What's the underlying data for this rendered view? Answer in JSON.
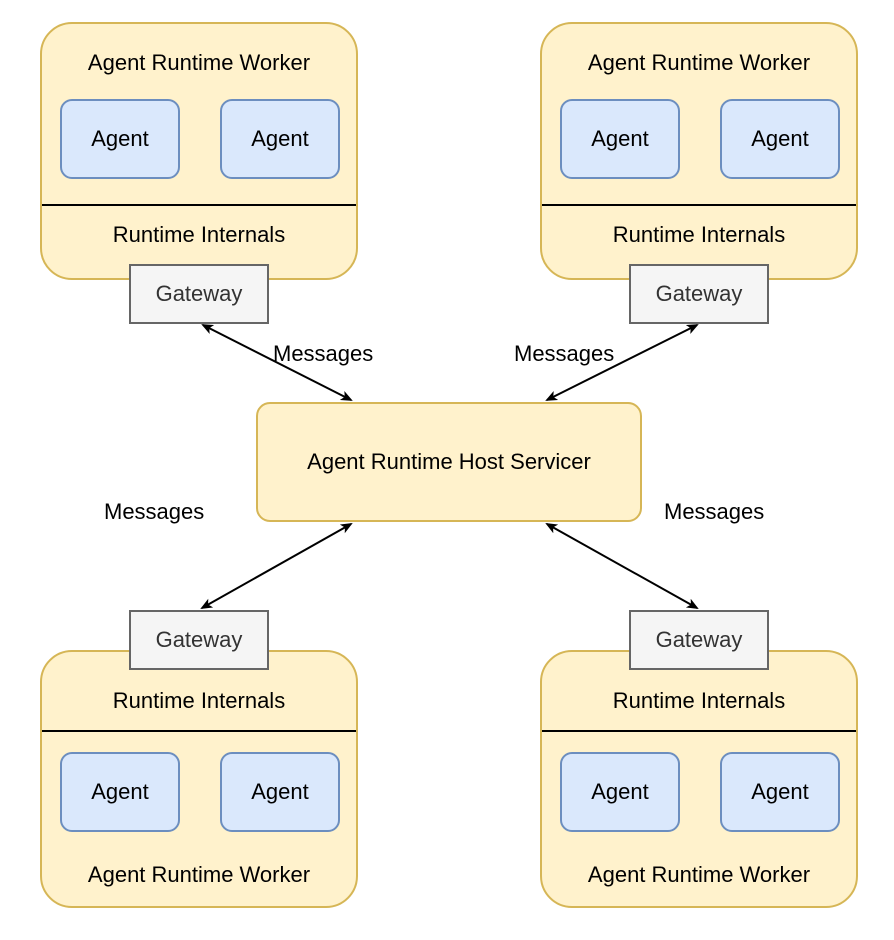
{
  "host": {
    "label": "Agent Runtime Host Servicer"
  },
  "workers": {
    "top_left": {
      "title": "Agent Runtime Worker",
      "internals": "Runtime Internals",
      "agents": [
        "Agent",
        "Agent"
      ],
      "gateway": "Gateway"
    },
    "top_right": {
      "title": "Agent Runtime Worker",
      "internals": "Runtime Internals",
      "agents": [
        "Agent",
        "Agent"
      ],
      "gateway": "Gateway"
    },
    "bottom_left": {
      "title": "Agent Runtime Worker",
      "internals": "Runtime Internals",
      "agents": [
        "Agent",
        "Agent"
      ],
      "gateway": "Gateway"
    },
    "bottom_right": {
      "title": "Agent Runtime Worker",
      "internals": "Runtime Internals",
      "agents": [
        "Agent",
        "Agent"
      ],
      "gateway": "Gateway"
    }
  },
  "edges": {
    "top_left": "Messages",
    "top_right": "Messages",
    "bottom_left": "Messages",
    "bottom_right": "Messages"
  },
  "colors": {
    "container_fill": "#fff2cc",
    "container_stroke": "#d6b656",
    "agent_fill": "#dae8fc",
    "agent_stroke": "#6c8ebf",
    "gateway_fill": "#f5f5f5",
    "gateway_stroke": "#666666"
  }
}
